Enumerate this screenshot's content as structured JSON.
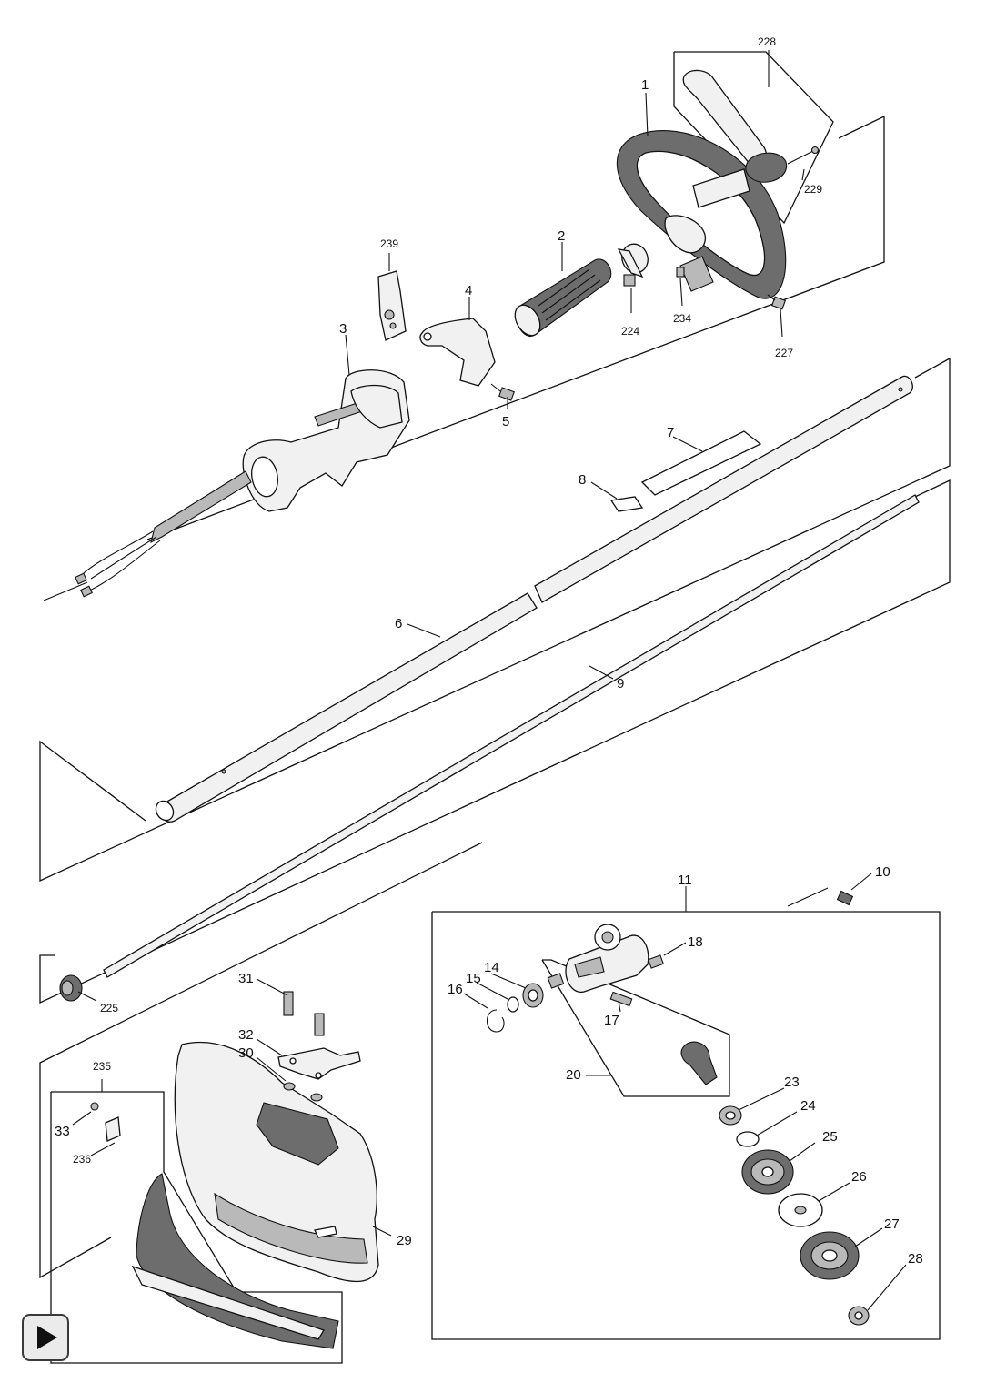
{
  "labels": {
    "p1": "1",
    "p2": "2",
    "p3": "3",
    "p4": "4",
    "p5": "5",
    "p6": "6",
    "p7": "7",
    "p8": "8",
    "p9": "9",
    "p10": "10",
    "p11": "11",
    "p14": "14",
    "p15": "15",
    "p16": "16",
    "p17": "17",
    "p18": "18",
    "p20": "20",
    "p23": "23",
    "p24": "24",
    "p25": "25",
    "p26": "26",
    "p27": "27",
    "p28": "28",
    "p29": "29",
    "p30": "30",
    "p31": "31",
    "p32": "32",
    "p33": "33",
    "p224": "224",
    "p225": "225",
    "p227": "227",
    "p228": "228",
    "p229": "229",
    "p234": "234",
    "p235": "235",
    "p236": "236",
    "p239": "239"
  },
  "nav": {
    "next_icon": "play-triangle-icon"
  }
}
